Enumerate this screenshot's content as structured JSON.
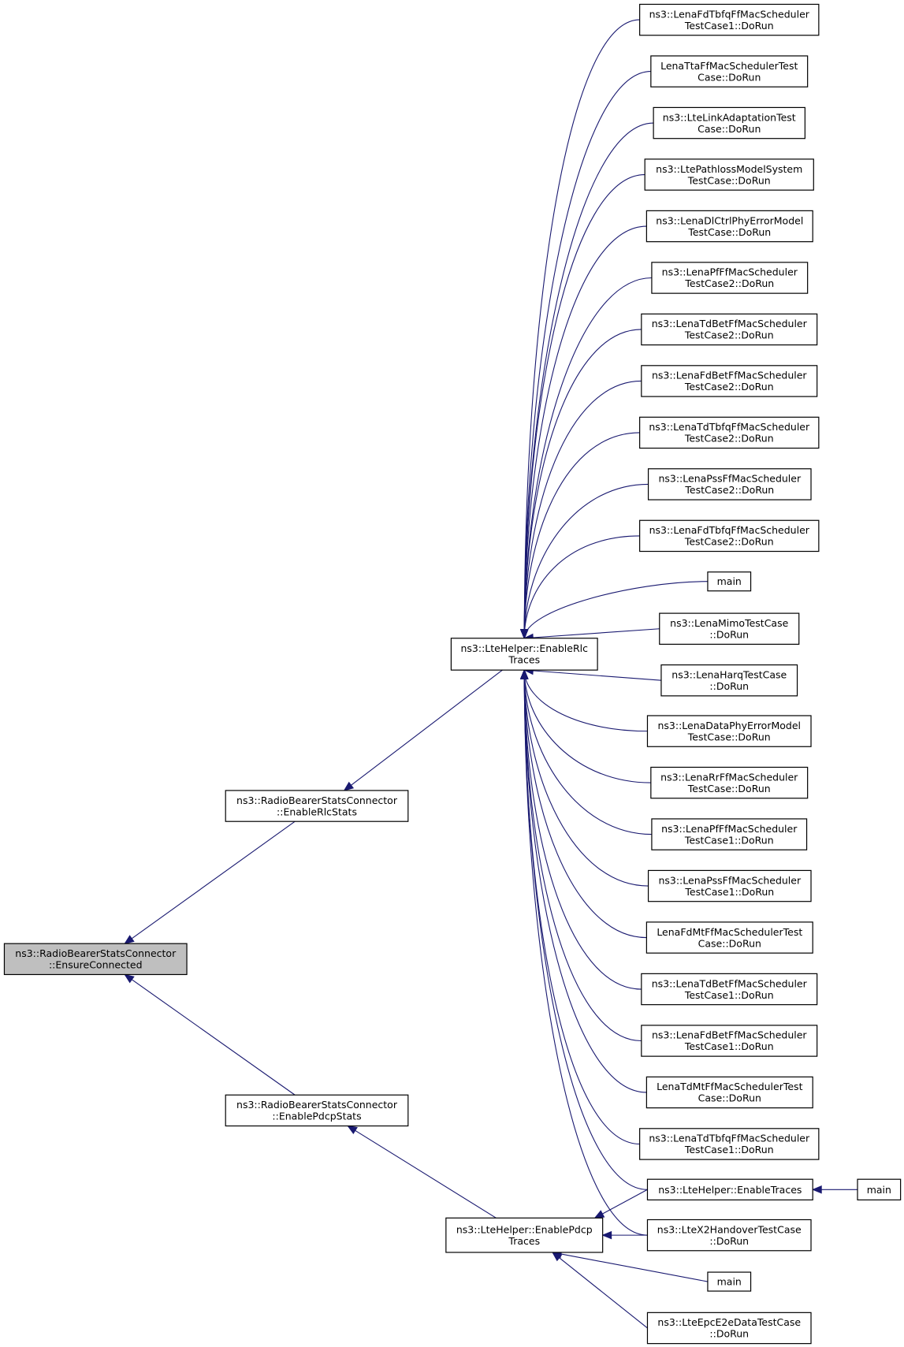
{
  "graph": {
    "nodes": [
      {
        "id": "root",
        "lines": [
          "ns3::RadioBearerStatsConnector",
          "::EnsureConnected"
        ],
        "highlighted": true
      },
      {
        "id": "enableRlcStats",
        "lines": [
          "ns3::RadioBearerStatsConnector",
          "::EnableRlcStats"
        ]
      },
      {
        "id": "enablePdcpStats",
        "lines": [
          "ns3::RadioBearerStatsConnector",
          "::EnablePdcpStats"
        ]
      },
      {
        "id": "enableRlcTraces",
        "lines": [
          "ns3::LteHelper::EnableRlc",
          "Traces"
        ]
      },
      {
        "id": "enablePdcpTraces",
        "lines": [
          "ns3::LteHelper::EnablePdcp",
          "Traces"
        ]
      },
      {
        "id": "c1",
        "lines": [
          "ns3::LenaFdTbfqFfMacScheduler",
          "TestCase1::DoRun"
        ]
      },
      {
        "id": "c2",
        "lines": [
          "LenaTtaFfMacSchedulerTest",
          "Case::DoRun"
        ]
      },
      {
        "id": "c3",
        "lines": [
          "ns3::LteLinkAdaptationTest",
          "Case::DoRun"
        ]
      },
      {
        "id": "c4",
        "lines": [
          "ns3::LtePathlossModelSystem",
          "TestCase::DoRun"
        ]
      },
      {
        "id": "c5",
        "lines": [
          "ns3::LenaDlCtrlPhyErrorModel",
          "TestCase::DoRun"
        ]
      },
      {
        "id": "c6",
        "lines": [
          "ns3::LenaPfFfMacScheduler",
          "TestCase2::DoRun"
        ]
      },
      {
        "id": "c7",
        "lines": [
          "ns3::LenaTdBetFfMacScheduler",
          "TestCase2::DoRun"
        ]
      },
      {
        "id": "c8",
        "lines": [
          "ns3::LenaFdBetFfMacScheduler",
          "TestCase2::DoRun"
        ]
      },
      {
        "id": "c9",
        "lines": [
          "ns3::LenaTdTbfqFfMacScheduler",
          "TestCase2::DoRun"
        ]
      },
      {
        "id": "c10",
        "lines": [
          "ns3::LenaPssFfMacScheduler",
          "TestCase2::DoRun"
        ]
      },
      {
        "id": "c11",
        "lines": [
          "ns3::LenaFdTbfqFfMacScheduler",
          "TestCase2::DoRun"
        ]
      },
      {
        "id": "c12",
        "lines": [
          "main"
        ]
      },
      {
        "id": "c13",
        "lines": [
          "ns3::LenaMimoTestCase",
          "::DoRun"
        ]
      },
      {
        "id": "c14",
        "lines": [
          "ns3::LenaHarqTestCase",
          "::DoRun"
        ]
      },
      {
        "id": "c15",
        "lines": [
          "ns3::LenaDataPhyErrorModel",
          "TestCase::DoRun"
        ]
      },
      {
        "id": "c16",
        "lines": [
          "ns3::LenaRrFfMacScheduler",
          "TestCase::DoRun"
        ]
      },
      {
        "id": "c17",
        "lines": [
          "ns3::LenaPfFfMacScheduler",
          "TestCase1::DoRun"
        ]
      },
      {
        "id": "c18",
        "lines": [
          "ns3::LenaPssFfMacScheduler",
          "TestCase1::DoRun"
        ]
      },
      {
        "id": "c19",
        "lines": [
          "LenaFdMtFfMacSchedulerTest",
          "Case::DoRun"
        ]
      },
      {
        "id": "c20",
        "lines": [
          "ns3::LenaTdBetFfMacScheduler",
          "TestCase1::DoRun"
        ]
      },
      {
        "id": "c21",
        "lines": [
          "ns3::LenaFdBetFfMacScheduler",
          "TestCase1::DoRun"
        ]
      },
      {
        "id": "c22",
        "lines": [
          "LenaTdMtFfMacSchedulerTest",
          "Case::DoRun"
        ]
      },
      {
        "id": "c23",
        "lines": [
          "ns3::LenaTdTbfqFfMacScheduler",
          "TestCase1::DoRun"
        ]
      },
      {
        "id": "enableTraces",
        "lines": [
          "ns3::LteHelper::EnableTraces"
        ]
      },
      {
        "id": "mainTraces",
        "lines": [
          "main"
        ]
      },
      {
        "id": "x2",
        "lines": [
          "ns3::LteX2HandoverTestCase",
          "::DoRun"
        ]
      },
      {
        "id": "mainPdcp",
        "lines": [
          "main"
        ]
      },
      {
        "id": "epc",
        "lines": [
          "ns3::LteEpcE2eDataTestCase",
          "::DoRun"
        ]
      }
    ],
    "edges": [
      {
        "from": "enableRlcStats",
        "to": "root"
      },
      {
        "from": "enablePdcpStats",
        "to": "root"
      },
      {
        "from": "enableRlcTraces",
        "to": "enableRlcStats"
      },
      {
        "from": "enablePdcpTraces",
        "to": "enablePdcpStats"
      },
      {
        "from": "c1",
        "to": "enableRlcTraces"
      },
      {
        "from": "c2",
        "to": "enableRlcTraces"
      },
      {
        "from": "c3",
        "to": "enableRlcTraces"
      },
      {
        "from": "c4",
        "to": "enableRlcTraces"
      },
      {
        "from": "c5",
        "to": "enableRlcTraces"
      },
      {
        "from": "c6",
        "to": "enableRlcTraces"
      },
      {
        "from": "c7",
        "to": "enableRlcTraces"
      },
      {
        "from": "c8",
        "to": "enableRlcTraces"
      },
      {
        "from": "c9",
        "to": "enableRlcTraces"
      },
      {
        "from": "c10",
        "to": "enableRlcTraces"
      },
      {
        "from": "c11",
        "to": "enableRlcTraces"
      },
      {
        "from": "c12",
        "to": "enableRlcTraces"
      },
      {
        "from": "c13",
        "to": "enableRlcTraces"
      },
      {
        "from": "c14",
        "to": "enableRlcTraces"
      },
      {
        "from": "c15",
        "to": "enableRlcTraces"
      },
      {
        "from": "c16",
        "to": "enableRlcTraces"
      },
      {
        "from": "c17",
        "to": "enableRlcTraces"
      },
      {
        "from": "c18",
        "to": "enableRlcTraces"
      },
      {
        "from": "c19",
        "to": "enableRlcTraces"
      },
      {
        "from": "c20",
        "to": "enableRlcTraces"
      },
      {
        "from": "c21",
        "to": "enableRlcTraces"
      },
      {
        "from": "c22",
        "to": "enableRlcTraces"
      },
      {
        "from": "c23",
        "to": "enableRlcTraces"
      },
      {
        "from": "enableTraces",
        "to": "enableRlcTraces"
      },
      {
        "from": "x2",
        "to": "enableRlcTraces"
      },
      {
        "from": "enableTraces",
        "to": "enablePdcpTraces"
      },
      {
        "from": "x2",
        "to": "enablePdcpTraces"
      },
      {
        "from": "mainPdcp",
        "to": "enablePdcpTraces"
      },
      {
        "from": "epc",
        "to": "enablePdcpTraces"
      },
      {
        "from": "mainTraces",
        "to": "enableTraces"
      }
    ]
  },
  "colors": {
    "edge": "#191970",
    "node_border": "#000000",
    "node_fill": "#ffffff",
    "highlight_fill": "#bfbfbf"
  }
}
